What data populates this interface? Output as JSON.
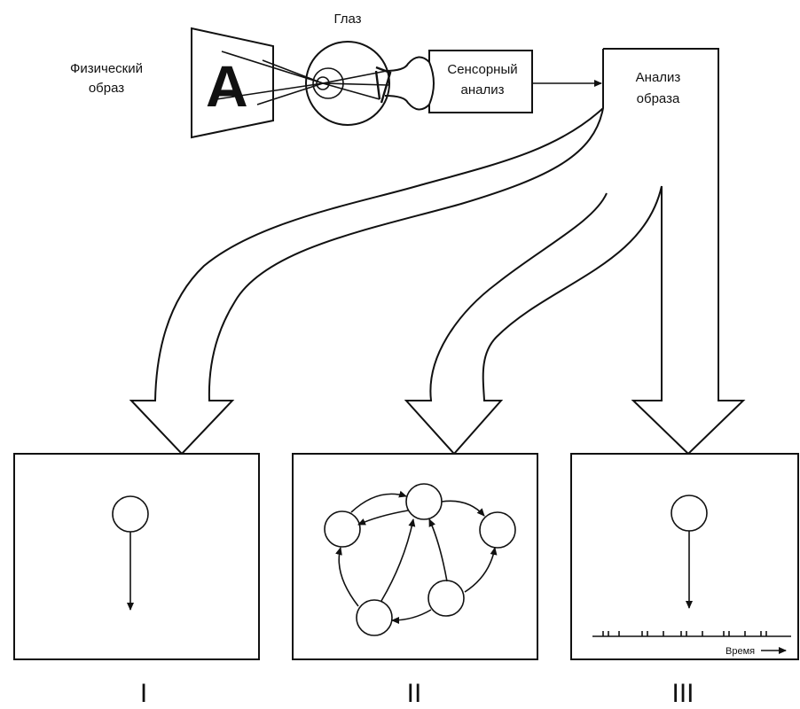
{
  "labels": {
    "physical_image_line1": "Физический",
    "physical_image_line2": "образ",
    "eye": "Глаз",
    "sensory_line1": "Сенсорный",
    "sensory_line2": "анализ",
    "analysis_line1": "Анализ",
    "analysis_line2": "образа",
    "letter": "A",
    "time": "Время"
  },
  "panels": [
    {
      "numeral": "I"
    },
    {
      "numeral": "II"
    },
    {
      "numeral": "III"
    }
  ]
}
